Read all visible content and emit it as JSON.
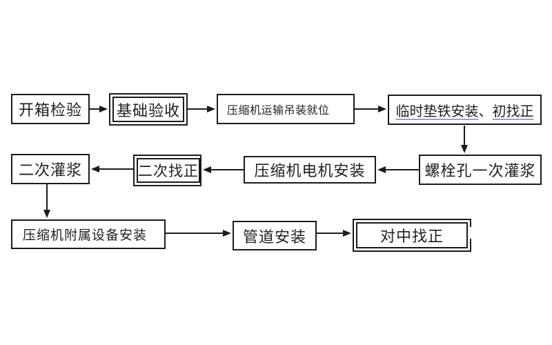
{
  "colors": {
    "background": "#ffffff",
    "line": "#1a1a1a",
    "text": "#1f1f1f",
    "underline": "#8fa3cc"
  },
  "flowchart": {
    "type": "process-flow-diagram",
    "nodes": {
      "kaixiang_jianyan": {
        "label": "开箱检验",
        "border": "single"
      },
      "jichu_yanshou": {
        "label": "基础验收",
        "border": "double"
      },
      "yunshu_diaozhuang": {
        "label": "压缩机运输吊装就位",
        "border": "single"
      },
      "linshi_dietie": {
        "border": "single",
        "part1": "临时垫铁安装",
        "part2": "、",
        "part3": "初找正",
        "underlined_parts": "part1,part3"
      },
      "luoshuankong_guanjiang": {
        "label": "螺栓孔一次灌浆",
        "border": "single"
      },
      "dianji_anzhuang": {
        "label": "压缩机电机安装",
        "border": "single"
      },
      "erci_zhaozheng": {
        "label": "二次找正",
        "border": "double"
      },
      "erci_guanjiang": {
        "label": "二次灌浆",
        "border": "single"
      },
      "fushu_shebei_anzhuang": {
        "label": "压缩机附属设备安装",
        "border": "single"
      },
      "guandao_anzhuang": {
        "label": "管道安装",
        "border": "single"
      },
      "duizhong_zhaozheng": {
        "label": "对中找正",
        "border": "double"
      }
    },
    "edges": [
      "开箱检验→基础验收",
      "基础验收→压缩机运输吊装就位",
      "压缩机运输吊装就位→临时垫铁安装、初找正",
      "临时垫铁安装、初找正→螺栓孔一次灌浆",
      "螺栓孔一次灌浆→压缩机电机安装",
      "压缩机电机安装→二次找正",
      "二次找正→二次灌浆",
      "二次灌浆→压缩机附属设备安装",
      "压缩机附属设备安装→管道安装",
      "管道安装→对中找正"
    ]
  }
}
